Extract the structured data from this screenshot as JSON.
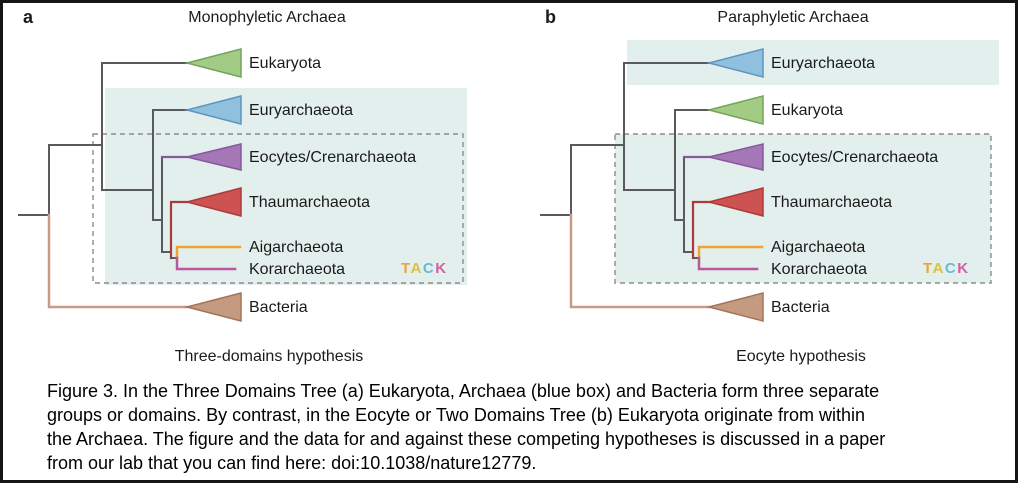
{
  "panels": [
    {
      "letter": "a",
      "title": "Monophyletic Archaea",
      "hypothesis": "Three-domains hypothesis",
      "taxa": [
        "Eukaryota",
        "Euryarchaeota",
        "Eocytes/Crenarchaeota",
        "Thaumarchaeota",
        "Aigarchaeota",
        "Korarchaeota",
        "Bacteria"
      ]
    },
    {
      "letter": "b",
      "title": "Paraphyletic Archaea",
      "hypothesis": "Eocyte hypothesis",
      "taxa": [
        "Euryarchaeota",
        "Eukaryota",
        "Eocytes/Crenarchaeota",
        "Thaumarchaeota",
        "Aigarchaeota",
        "Korarchaeota",
        "Bacteria"
      ]
    }
  ],
  "tack": {
    "label": "TACK",
    "letters": [
      {
        "ch": "T",
        "color": "#f0a232"
      },
      {
        "ch": "A",
        "color": "#ddc13c"
      },
      {
        "ch": "C",
        "color": "#64bcd8"
      },
      {
        "ch": "K",
        "color": "#d65fa4"
      }
    ]
  },
  "caption": {
    "lines": [
      "Figure 3. In the Three Domains Tree (a) Eukaryota, Archaea (blue box) and Bacteria form three separate",
      "groups or domains. By contrast, in the Eocyte or Two Domains Tree (b) Eukaryota originate from within",
      "the Archaea. The figure and the data for and against these competing hypotheses is discussed in a paper",
      "from our lab that you can find here: doi:10.1038/nature12779."
    ]
  },
  "colors": {
    "text_color": "#1b1b1b",
    "tree_gray": "#5a5a5c",
    "root_brown": "#c89b88",
    "shade_fill": "#e2efec",
    "dash_stroke": "#8c8c8c",
    "green_fill": "#a2cc83",
    "green_stroke": "#74a35a",
    "blue_fill": "#8fc0de",
    "blue_stroke": "#5f95c1",
    "purple_fill": "#a577b6",
    "purple_stroke": "#85599c",
    "red_fill": "#cd5252",
    "red_stroke": "#ad3a3a",
    "tan_fill": "#c49a80",
    "tan_stroke": "#a3745a",
    "orange_line": "#f0a232",
    "magenta_line": "#bb579d"
  }
}
